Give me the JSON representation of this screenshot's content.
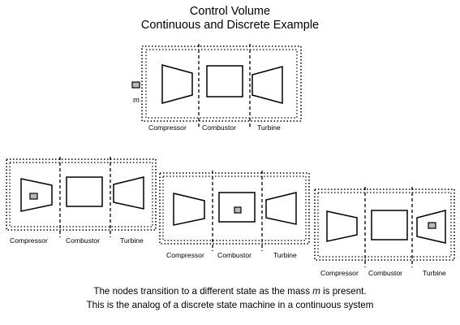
{
  "title": {
    "line1": "Control Volume",
    "line2": "Continuous and Discrete Example"
  },
  "mass_label": "m",
  "stages": {
    "compressor": "Compressor",
    "combustor": "Combustor",
    "turbine": "Turbine"
  },
  "caption": {
    "line1_before": "The nodes transition to a different state as the mass ",
    "line1_mass": "m",
    "line1_after": " is present.",
    "line2": "This is the analog of a discrete state machine in a continuous system"
  },
  "colors": {
    "line": "#000000",
    "mass_fill": "#b8b8b8",
    "background": "#ffffff"
  },
  "panels": [
    {
      "id": "reference",
      "mass_location": "outside"
    },
    {
      "id": "state-1",
      "mass_location": "compressor"
    },
    {
      "id": "state-2",
      "mass_location": "combustor"
    },
    {
      "id": "state-3",
      "mass_location": "turbine"
    }
  ]
}
